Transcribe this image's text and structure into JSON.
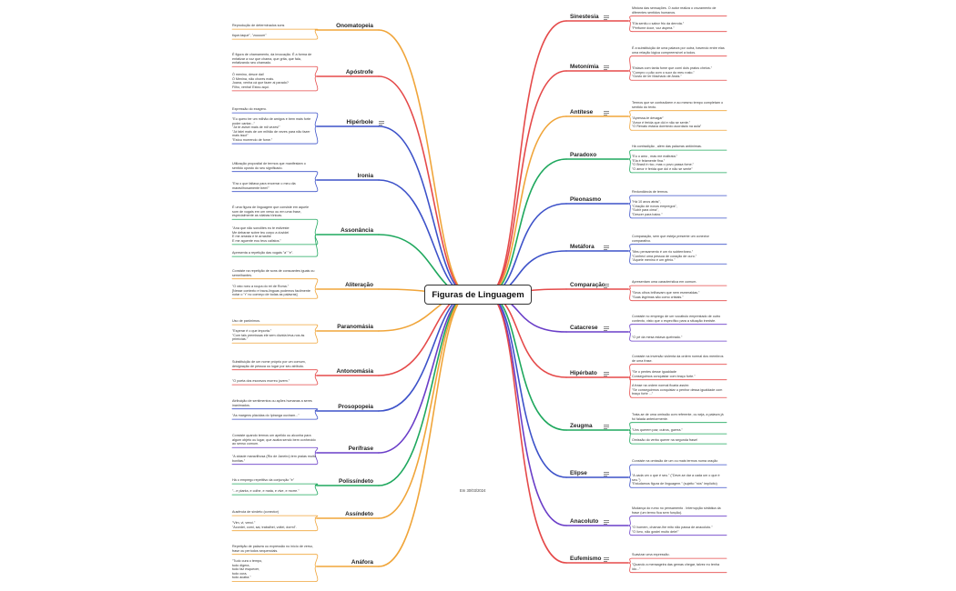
{
  "central": {
    "title": "Figuras de Linguagem",
    "date": "Em 30/03/2024"
  },
  "colors": {
    "purple": "#6a3ec8",
    "orange": "#f0a53a",
    "red": "#e54a4a",
    "blue": "#3d52c9",
    "green": "#1fa85e",
    "yellow": "#f2cf2a",
    "line": "#e8e8e8"
  },
  "left": [
    {
      "label": "Onomatopeia",
      "leaves": [
        [
          "Reprodução de determinados sons"
        ],
        [
          "tique-taque\", \"zuuuum\""
        ]
      ]
    },
    {
      "label": "Apóstrofe",
      "leaves": [
        [
          "É figura de chamamento, da invocação. É a forma de enfatizar a voz que chama, que grita, que fala, enfatizando seu chamado."
        ],
        [
          "Ó menino, desce daí!\nÓ Menina, não chores mais.\nJoana, venha cá que fazer ai parado?\nFilho, venha! Estou aqui."
        ]
      ]
    },
    {
      "label": "Hipérbole",
      "leaves": [
        [
          "Expressão do exagero."
        ],
        [
          "\"Eu quero ter um milhão de amigos e bem mais forte poder cantar...\"\n\"Já te avisei mais de mil vezes!\"\n\"Já falei mais de um milhão de vezes para não fazer mais isso!\"\n\"Estou morrendo de fome.\""
        ]
      ]
    },
    {
      "label": "Ironia",
      "leaves": [
        [
          "Utilização proposital de termos que manifestam o sentido oposto do seu significado."
        ],
        [
          "\"Era o que faltava para encerrar o meu dia maravilhosamente bem!\""
        ]
      ]
    },
    {
      "label": "Assonância",
      "leaves": [
        [
          "É uma figura de linguagem que consiste em aquele som de vogais em um verso ou em uma frase, especialmente as sílabas tônicas."
        ],
        [
          "\"Ana que não sonolites eu te estiveste\nMe debarae sobre teu corpo a duvidei\nE me arrasta e te arrasthe\nE me aguente eou teus calistos.\""
        ],
        [
          "Apresenta a repetição das vogais \"a\" \"e\"."
        ]
      ]
    },
    {
      "label": "Aliteração",
      "leaves": [
        [
          "Consiste na repetição de sons de consoantes iguais ou semelhantes."
        ],
        [
          "\"O rato roeu a roupa do rei de Roma.\"\n[Nesse contexto e trava-línguas podemos facilmente notar o \"r\" no começo de todas as palavras]"
        ]
      ]
    },
    {
      "label": "Paranomásia",
      "leaves": [
        [
          "Uso de parônimos."
        ],
        [
          "\"Esperar é o que importa.\"\n\"Com tais premissas ele sem dúvida leva-nos às primícias.\""
        ]
      ]
    },
    {
      "label": "Antonomásia",
      "leaves": [
        [
          "Substituição de um nome próprio por um comum, designação de pessoa ou lugar por seu atributo."
        ],
        [
          "\"O poeta dos escravos morreu jovem.\""
        ]
      ]
    },
    {
      "label": "Prosopopeia",
      "leaves": [
        [
          "Atribuição de sentimentos ou ações humanas a seres inanimados."
        ],
        [
          "\"As margens plácidas do Ipiranga ouviram...\""
        ]
      ]
    },
    {
      "label": "Perífrase",
      "leaves": [
        [
          "Consiste quando termos um apelido ou alcunha para algum objeto ou lugar, que acaba sendo bem conhecido ao senso comum."
        ],
        [
          "\"A cidade maravilhosa (Rio de Janeiro) tem praias muito bonitas.\""
        ]
      ]
    },
    {
      "label": "Polissíndeto",
      "leaves": [
        [
          "Há o emprego repetitivo da conjunção \"e\""
        ],
        [
          "\"...e planta, e colhe, e mata, e vive, e morre.\""
        ]
      ]
    },
    {
      "label": "Assíndeto",
      "leaves": [
        [
          "Ausência de síndeto (conector)"
        ],
        [
          "\"Vim, vi, venci.\"\n\"Acordei, comi, sai, trabalhei, voltei, dormi\"."
        ]
      ]
    },
    {
      "label": "Anáfora",
      "leaves": [
        [
          "Repetição de palavra ou expressão no início de verso, frase ou períodos sequenciais."
        ],
        [
          "\"Tudo cura o tempo,\ntudo digera,\ntudo faz esquecer,\ntudo cura,\ntudo acaba.\""
        ]
      ]
    }
  ],
  "right": [
    {
      "label": "Sinestesia",
      "leaves": [
        [
          "Mistura das sensações. O autor realiza o cruzamento de diferentes sentidos humanos."
        ],
        [
          "\"Ela sentiu o sabor frio da derrota.\"\n\"Perfume doce, voz áspera.\""
        ]
      ]
    },
    {
      "label": "Metonímia",
      "leaves": [
        [
          "É a substituição de uma palavra por outra, havendo entre elas uma relação lógica compreensível a todos."
        ],
        [
          "\"Estava com tanta fome que comi dois pratos cheios.\"\n\"Compro o pão com o suor do meu rosto.\"\n\"Gosto de ler Machado de Assis.\""
        ]
      ]
    },
    {
      "label": "Antítese",
      "leaves": [
        [
          "Termos que se contradizem e ao mesmo tempo completam o sentido do texto."
        ],
        [
          "\"Apressa-te devagar\"\n\"Amor é ferida que dói e não se sente.\"\n\"O Renato estava dormindo acordado na aula\""
        ]
      ]
    },
    {
      "label": "Paradoxo",
      "leaves": [
        [
          "Há contradição , além das palavras antônimas."
        ],
        [
          "\"Eu o amo , mas me maltrata.\"\n\"Ela é feiamente fina.\"\n\"O Brasil é rico, mas o povo passa fome.\"\n\"O amor é ferida que dói e não se sente\""
        ]
      ]
    },
    {
      "label": "Pleonasmo",
      "leaves": [
        [
          "Redundância de termos."
        ],
        [
          "\"Há 10 anos atrás\",\n\"Criação de novos empregos\",\n\"Subir para cima\",\n\"Descer para baixo.\""
        ]
      ]
    },
    {
      "label": "Metáfora",
      "leaves": [
        [
          "Comparação, sem que esteja presente um conector comparativo."
        ],
        [
          "\"Meu pensamento é um rio subterrâneo.\"\n\"Conheci uma pessoa de coração de ouro.\"\n\"Aquele menino é um gênio.\""
        ]
      ]
    },
    {
      "label": "Comparação",
      "leaves": [
        [
          "Apresentam uma característica em comum."
        ],
        [
          "\"Seus olhos brilhavam que nem esmeraldas.\"\n\"Suas lágrimas são como cristais.\""
        ]
      ]
    },
    {
      "label": "Catacrese",
      "leaves": [
        [
          "Consiste no emprego de um vocábulo emprestado de outro contexto, visto que o específico para a situação inexiste."
        ],
        [
          "\"O pé da mesa estava quebrado.\""
        ]
      ]
    },
    {
      "label": "Hipérbato",
      "leaves": [
        [
          "Consiste na inversão violenta da ordem normal dos membros de uma frase."
        ],
        [
          "\"Se o pentes desse igualdade\nConseguimos conquistar com braço forte.\""
        ],
        [
          "A frase na ordem normal ficaria assim:\n\"Se conseguirmos conquistar o penhor dessa igualdade com braço forte ...\""
        ]
      ]
    },
    {
      "label": "Zeugma",
      "leaves": [
        [
          "Trata-se de uma omissão com referente, ou seja, a palavra já foi falada anteriormente."
        ],
        [
          "\"Uns querem paz; outros, guerra.\""
        ],
        [
          "Omissão do verbo querer na segunda frase!"
        ]
      ]
    },
    {
      "label": "Elipse",
      "leaves": [
        [
          "Consiste na omissão de um ou mais termos numa oração"
        ],
        [
          "\"A cada um o que é seu.\" (\"Deve-se dar a cada um o que é seu.\")\n\"Estudamos figura de linguagem.\" (sujeito \"nós\" implícito)"
        ]
      ]
    },
    {
      "label": "Anacoluto",
      "leaves": [
        [
          "Mudança do rumo no pensamento . Interrupção sintática da frase (um termo fica sem função)."
        ],
        [
          "\"O homem, chamar-lhe mito não passa de anacoluto.\"\n\"O livro, não gostei muito dele!\""
        ]
      ]
    },
    {
      "label": "Eufemismo",
      "leaves": [
        [
          "Suavizar uma expressão."
        ],
        [
          "\"Quando a mensageira das gemas chegar, talvez eu tenha ido...\""
        ]
      ]
    }
  ]
}
